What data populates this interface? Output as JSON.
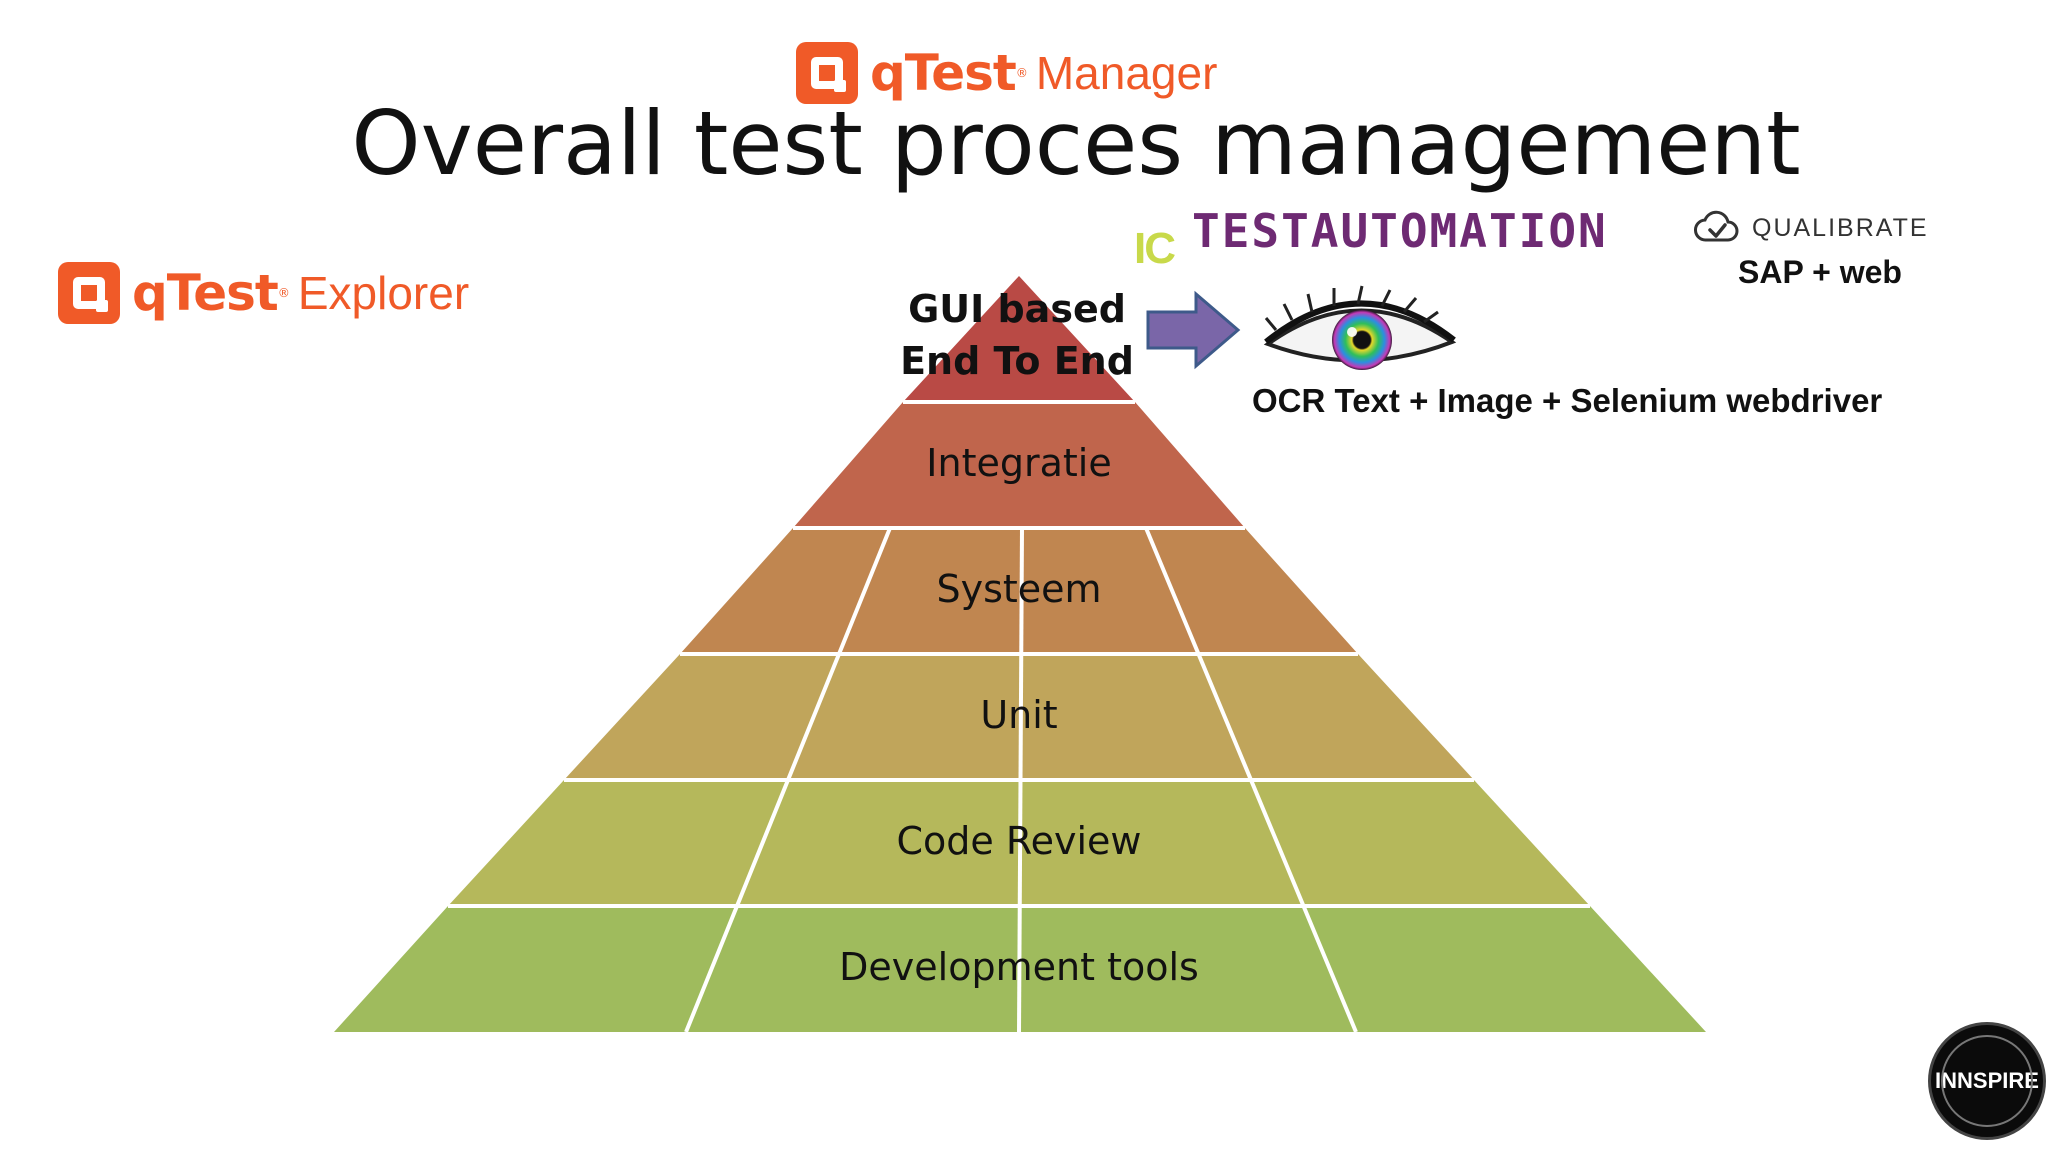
{
  "slide": {
    "title": "Overall test proces management",
    "logos": {
      "manager": {
        "brand": "qTest",
        "reg": "®",
        "product": "Manager",
        "color": "#f05a28"
      },
      "explorer": {
        "brand": "qTest",
        "reg": "®",
        "product": "Explorer",
        "color": "#f05a28"
      },
      "testautomation": {
        "mark": "IC",
        "text": "TESTAUTOMATION",
        "color": "#6e2a73"
      },
      "qualibrate": {
        "text": "QUALIBRATE",
        "icon": "cloud-check-icon"
      },
      "innspire": {
        "text": "INNSPIRE"
      }
    },
    "sap_web": "SAP + web",
    "ocr_caption": "OCR Text + Image + Selenium webdriver",
    "arrow_color": "#7a66a8",
    "pyramid": {
      "levels": [
        {
          "label_line1": "GUI based",
          "label_line2": "End To End",
          "color": "#b94a45"
        },
        {
          "label": "Integratie",
          "color": "#c0654c"
        },
        {
          "label": "Systeem",
          "color": "#c08650"
        },
        {
          "label": "Unit",
          "color": "#c0a55b"
        },
        {
          "label": "Code Review",
          "color": "#b5b85b"
        },
        {
          "label": "Development tools",
          "color": "#9fbb5d"
        }
      ]
    }
  }
}
